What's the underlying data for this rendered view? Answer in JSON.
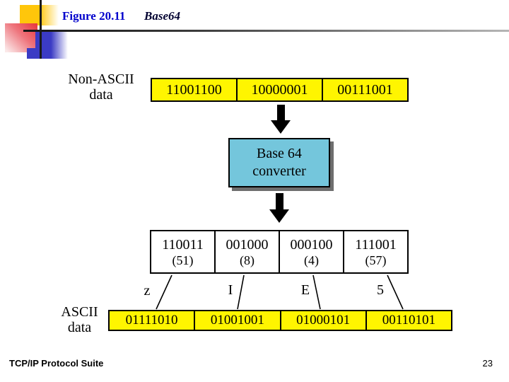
{
  "header": {
    "figure_label": "Figure 20.11",
    "figure_title": "Base64"
  },
  "diagram": {
    "non_ascii_label": {
      "line1": "Non-ASCII",
      "line2": "data"
    },
    "top_row_cells": [
      "11001100",
      "10000001",
      "00111001"
    ],
    "converter": {
      "line1": "Base 64",
      "line2": "converter"
    },
    "mid_row_cells": [
      {
        "bits": "110011",
        "decimal": "(51)"
      },
      {
        "bits": "001000",
        "decimal": "(8)"
      },
      {
        "bits": "000100",
        "decimal": "(4)"
      },
      {
        "bits": "111001",
        "decimal": "(57)"
      }
    ],
    "encoded_chars": [
      "z",
      "I",
      "E",
      "5"
    ],
    "ascii_label": {
      "line1": "ASCII",
      "line2": "data"
    },
    "bottom_row_cells": [
      "01111010",
      "01001001",
      "01000101",
      "00110101"
    ]
  },
  "footer": {
    "left_text": "TCP/IP Protocol Suite",
    "page_number": "23"
  },
  "colors": {
    "cell_yellow": "#FFF500",
    "converter_blue": "#74C6DC",
    "figure_label_blue": "#0000CC"
  }
}
